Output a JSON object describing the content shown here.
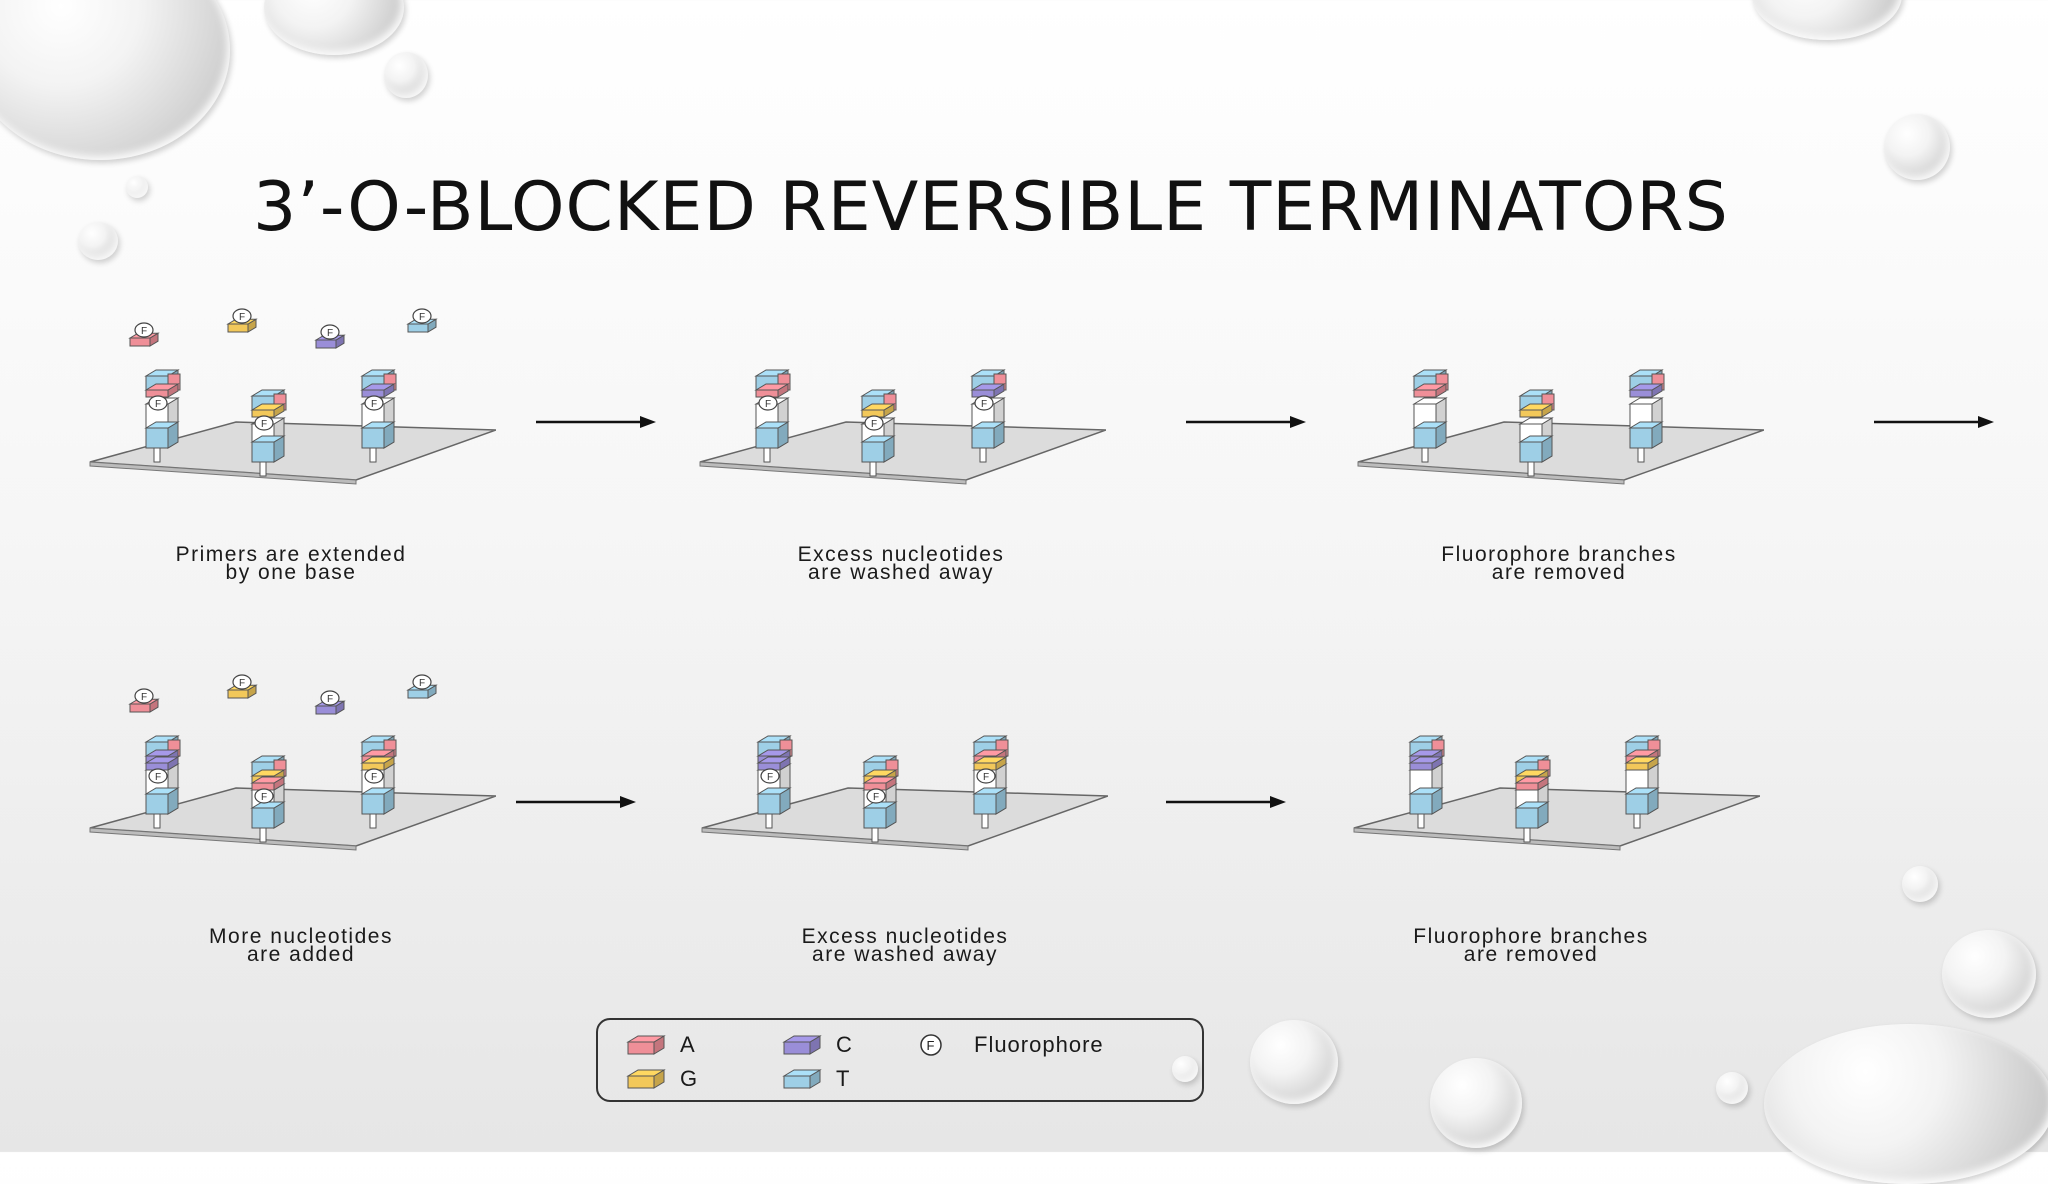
{
  "slide": {
    "title": "3’-O-BLOCKED REVERSIBLE TERMINATORS"
  },
  "panels": [
    {
      "caption_line1": "Primers are extended",
      "caption_line2": "by one base"
    },
    {
      "caption_line1": "Excess nucleotides",
      "caption_line2": "are washed away"
    },
    {
      "caption_line1": "Fluorophore branches",
      "caption_line2": "are removed"
    },
    {
      "caption_line1": "More nucleotides",
      "caption_line2": "are added"
    },
    {
      "caption_line1": "Excess nucleotides",
      "caption_line2": "are washed away"
    },
    {
      "caption_line1": "Fluorophore branches",
      "caption_line2": "are removed"
    }
  ],
  "fluorophore_symbol": "F",
  "legend": {
    "items": [
      {
        "label": "A",
        "color": "#ef8f98"
      },
      {
        "label": "C",
        "color": "#9a8ed8"
      },
      {
        "label": "Fluorophore",
        "color": "#ffffff"
      },
      {
        "label": "G",
        "color": "#f2c85a"
      },
      {
        "label": "T",
        "color": "#9ecfe6"
      }
    ]
  },
  "colors": {
    "A": "#ef8f98",
    "C": "#9a8ed8",
    "G": "#f2c85a",
    "T": "#9ecfe6",
    "strand": "#ffffff",
    "plate": "#dcdcdc"
  }
}
